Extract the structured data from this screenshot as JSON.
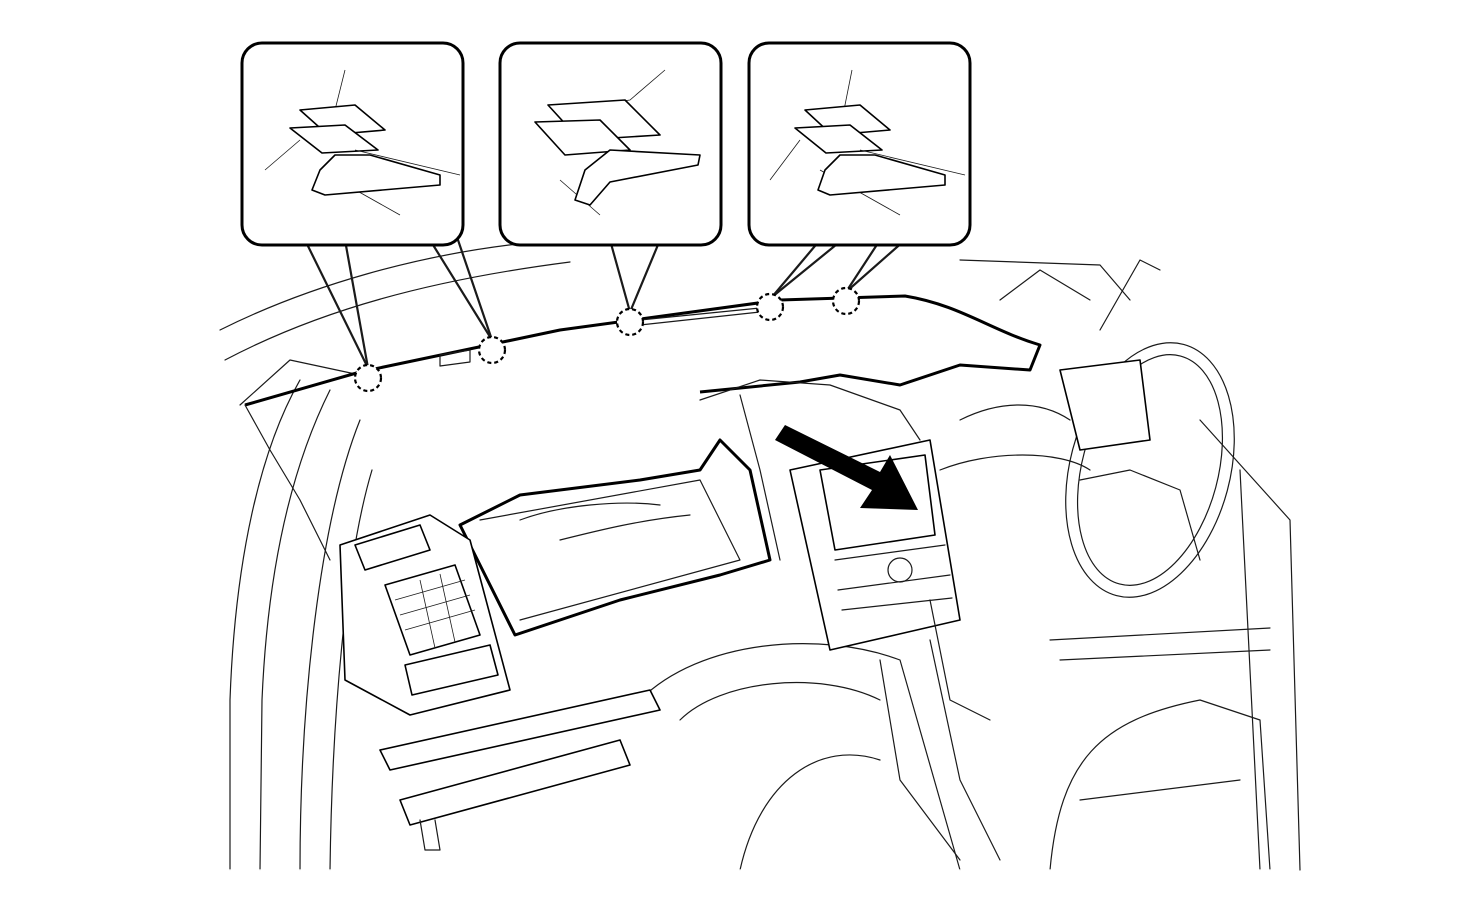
{
  "diagram": {
    "callout_count": 3,
    "clip_markers": 5,
    "colors": {
      "line": "#000000",
      "background": "#ffffff"
    },
    "icons": [
      "callout-box",
      "dashed-circle-marker",
      "removal-direction-arrow"
    ]
  }
}
